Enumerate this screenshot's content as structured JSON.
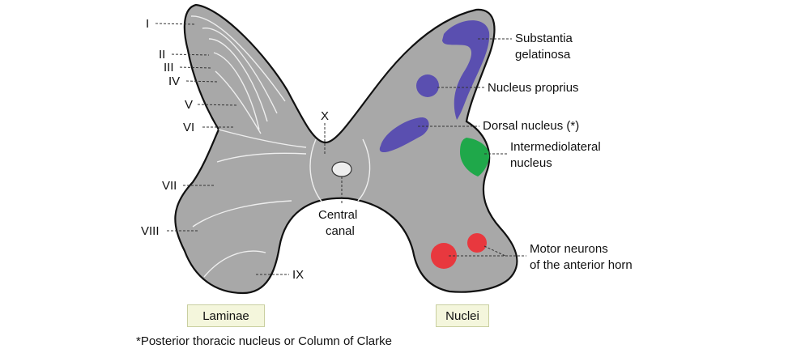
{
  "laminae_labels": [
    "I",
    "II",
    "III",
    "IV",
    "V",
    "VI",
    "X",
    "VII",
    "VIII",
    "IX"
  ],
  "central_canal_label": [
    "Central",
    "canal"
  ],
  "nuclei": {
    "substantia_gelatinosa": [
      "Substantia",
      "gelatinosa"
    ],
    "nucleus_proprius": "Nucleus proprius",
    "dorsal_nucleus": "Dorsal nucleus (*)",
    "intermediolateral": [
      "Intermediolateral",
      "nucleus"
    ],
    "motor_neurons": [
      "Motor neurons",
      "of the anterior horn"
    ]
  },
  "legend": {
    "laminae": "Laminae",
    "nuclei": "Nuclei"
  },
  "footnote": "*Posterior thoracic nucleus or Column of Clarke",
  "colors": {
    "gray_matter": "#a8a8a8",
    "sensory_nuclei": "#5a4fb0",
    "intermediolateral": "#1fa84a",
    "motor_neurons": "#e8383e",
    "label_box": "#f4f6dc"
  }
}
